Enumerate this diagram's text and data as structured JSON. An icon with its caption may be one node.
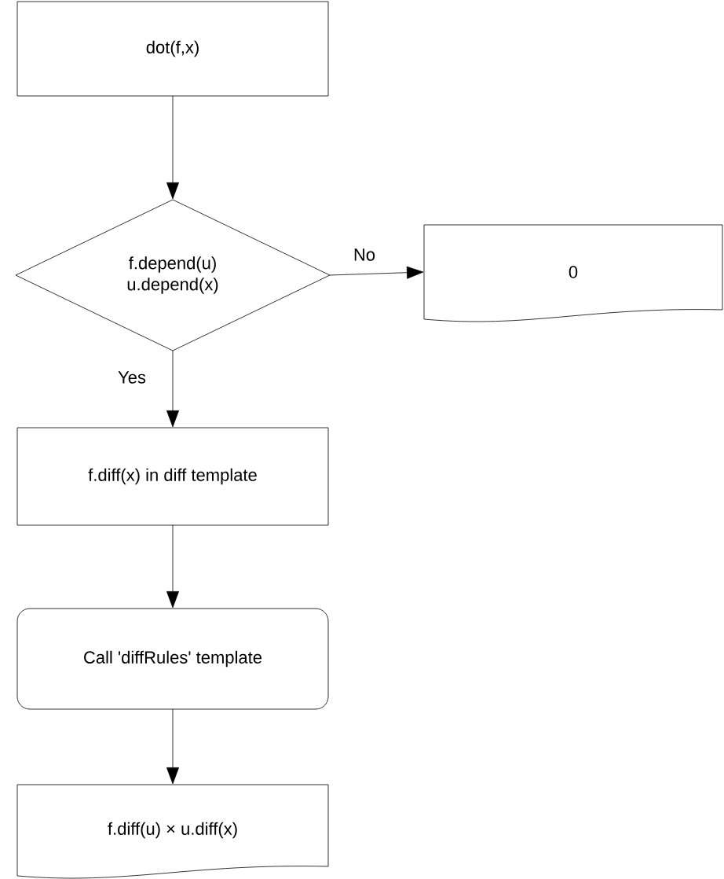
{
  "diagram": {
    "nodes": [
      {
        "text": [
          "dot(f,x)"
        ]
      },
      {
        "text": [
          "f.depend(u) u.depend(x)"
        ]
      },
      {
        "text": [
          "0"
        ]
      },
      {
        "text": [
          "f.diff(x) in diff template"
        ]
      },
      {
        "text": [
          "Call 'diffRules' template"
        ]
      },
      {
        "text": [
          "f.diff(u) × u.diff(x)"
        ]
      }
    ],
    "edges": [
      {
        "from": 0,
        "to": 1,
        "arrow": "to"
      },
      {
        "from": 1,
        "to": 2,
        "arrow": "to",
        "label": "No"
      },
      {
        "from": 1,
        "to": 3,
        "arrow": "to",
        "label": "Yes"
      },
      {
        "from": 3,
        "to": 4,
        "arrow": "to"
      },
      {
        "from": 4,
        "to": 5,
        "arrow": "to"
      }
    ]
  }
}
